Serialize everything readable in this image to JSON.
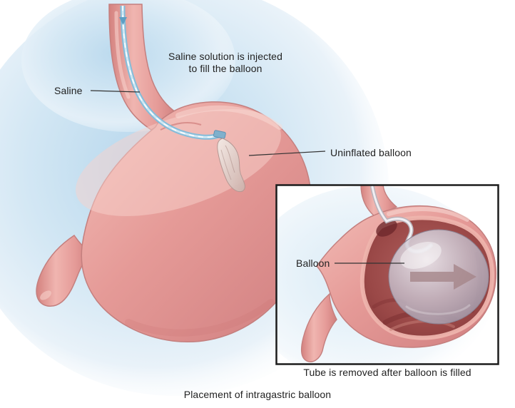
{
  "figure": {
    "top_instruction": "Saline solution is injected\nto fill the balloon",
    "labels": {
      "saline": "Saline",
      "uninflated_balloon": "Uninflated balloon",
      "balloon": "Balloon"
    },
    "inset_caption": "Tube is removed after balloon is filled",
    "caption": "Placement of intragastric balloon"
  },
  "colors": {
    "stomach_pink": "#e59a97",
    "stomach_highlight": "#f6cfc9",
    "stomach_outline": "#c47f7e",
    "tube_blue": "#85bcd9",
    "cavity_red": "#9a4847",
    "balloon_gray": "#c5bcc8",
    "background_glow": "#cfe4f2",
    "inset_border": "#1c1c1c",
    "label_text": "#222222"
  }
}
